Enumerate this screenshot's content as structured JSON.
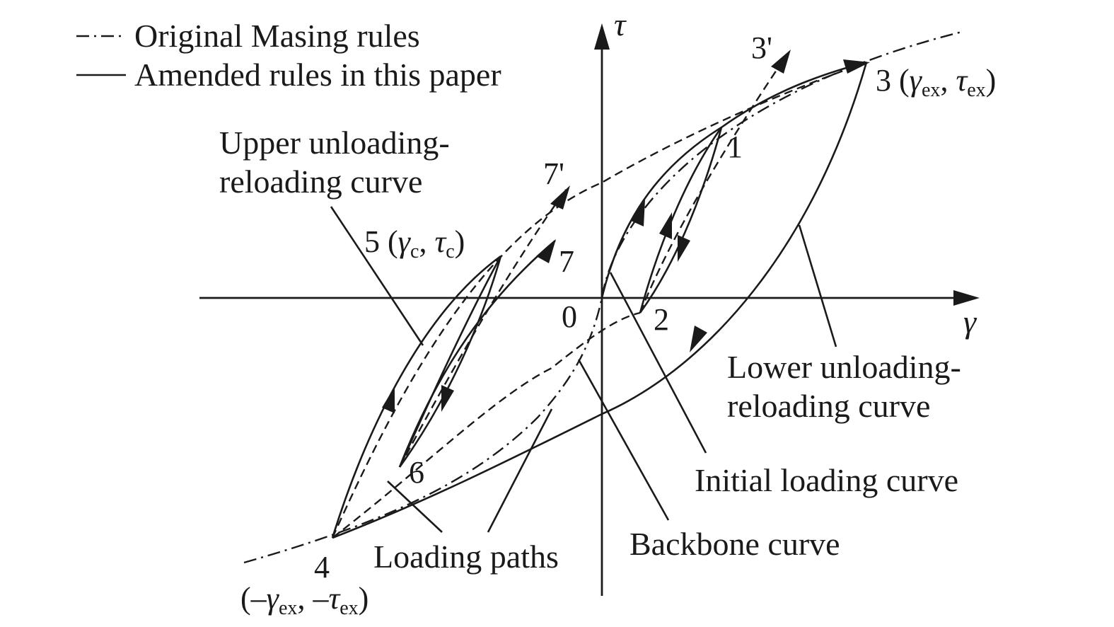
{
  "legend": {
    "original_label": "Original Masing rules",
    "amended_label": "Amended rules in this paper"
  },
  "axes": {
    "x_label": "γ",
    "y_label": "τ",
    "origin_label": "0"
  },
  "points": {
    "p1": "1",
    "p2": "2",
    "p3_num": "3 (",
    "p3_gamma": "γ",
    "p3_gamma_sub": "ex",
    "p3_comma": ", ",
    "p3_tau": "τ",
    "p3_tau_sub": "ex",
    "p3_close": ")",
    "p3prime": "3'",
    "p4": "4",
    "p4_open": "(–",
    "p4_gamma": "γ",
    "p4_gamma_sub": "ex",
    "p4_comma": ", –",
    "p4_tau": "τ",
    "p4_tau_sub": "ex",
    "p4_close": ")",
    "p5_num": "5 (",
    "p5_gamma": "γ",
    "p5_gamma_sub": "c",
    "p5_comma": ", ",
    "p5_tau": "τ",
    "p5_tau_sub": "c",
    "p5_close": ")",
    "p6": "6",
    "p7": "7",
    "p7prime": "7'"
  },
  "annotations": {
    "upper_line1": "Upper unloading-",
    "upper_line2": "reloading curve",
    "lower_line1": "Lower unloading-",
    "lower_line2": "reloading curve",
    "initial_loading": "Initial loading curve",
    "backbone": "Backbone curve",
    "loading_paths": "Loading paths"
  }
}
